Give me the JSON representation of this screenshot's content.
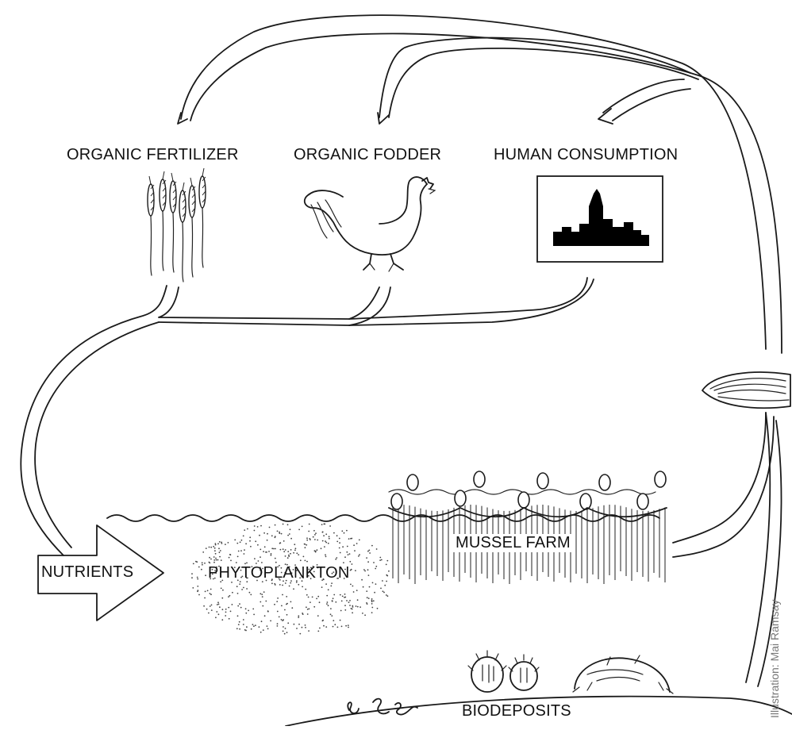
{
  "labels": {
    "organic_fertilizer": "ORGANIC FERTILIZER",
    "organic_fodder": "ORGANIC FODDER",
    "human_consumption": "HUMAN CONSUMPTION",
    "nutrients": "NUTRIENTS",
    "phytoplankton": "PHYTOPLANKTON",
    "mussel_farm": "MUSSEL FARM",
    "biodeposits": "BIODEPOSITS"
  },
  "credit": "Illustration: Mai Ramsay",
  "icons": [
    "wheat-icon",
    "chicken-icon",
    "city-skyline-icon",
    "mussel-icon",
    "worm-icon",
    "sea-urchin-icon",
    "crab-icon"
  ],
  "colors": {
    "ink": "#1a1a1a",
    "skyline": "#000000",
    "background": "#ffffff"
  }
}
